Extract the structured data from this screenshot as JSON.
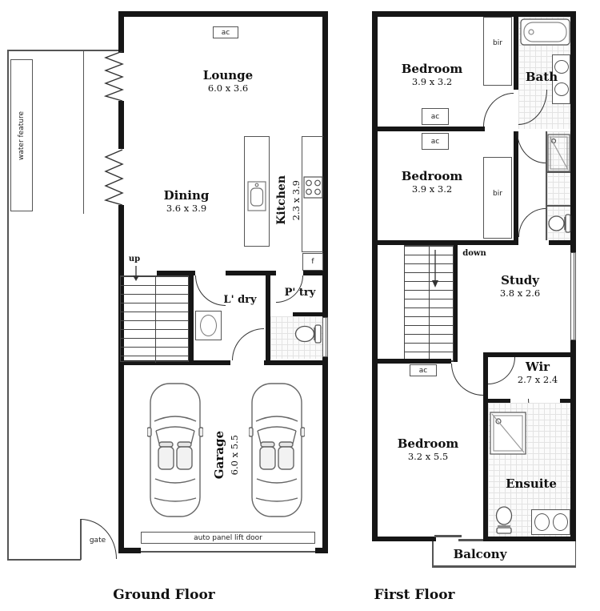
{
  "ground_floor": {
    "caption": "Ground Floor",
    "water_feature": "water feature",
    "ac": "ac",
    "up": "up",
    "fridge": "f",
    "lounge": {
      "name": "Lounge",
      "dim": "6.0 x 3.6"
    },
    "dining": {
      "name": "Dining",
      "dim": "3.6 x 3.9"
    },
    "kitchen": {
      "name": "Kitchen",
      "dim": "2.3 x 3.9"
    },
    "laundry": "L' dry",
    "pantry": "P' try",
    "garage": {
      "name": "Garage",
      "dim": "6.0 x 5.5"
    },
    "garage_door": "auto panel lift door",
    "gate": "gate"
  },
  "first_floor": {
    "caption": "First Floor",
    "ac": "ac",
    "bir": "bir",
    "down": "down",
    "bedroom1": {
      "name": "Bedroom",
      "dim": "3.9 x 3.2"
    },
    "bath": "Bath",
    "bedroom2": {
      "name": "Bedroom",
      "dim": "3.9 x 3.2"
    },
    "study": {
      "name": "Study",
      "dim": "3.8 x 2.6"
    },
    "wir": {
      "name": "Wir",
      "dim": "2.7 x 2.4"
    },
    "bedroom3": {
      "name": "Bedroom",
      "dim": "3.2 x 5.5"
    },
    "ensuite": "Ensuite",
    "balcony": "Balcony"
  }
}
